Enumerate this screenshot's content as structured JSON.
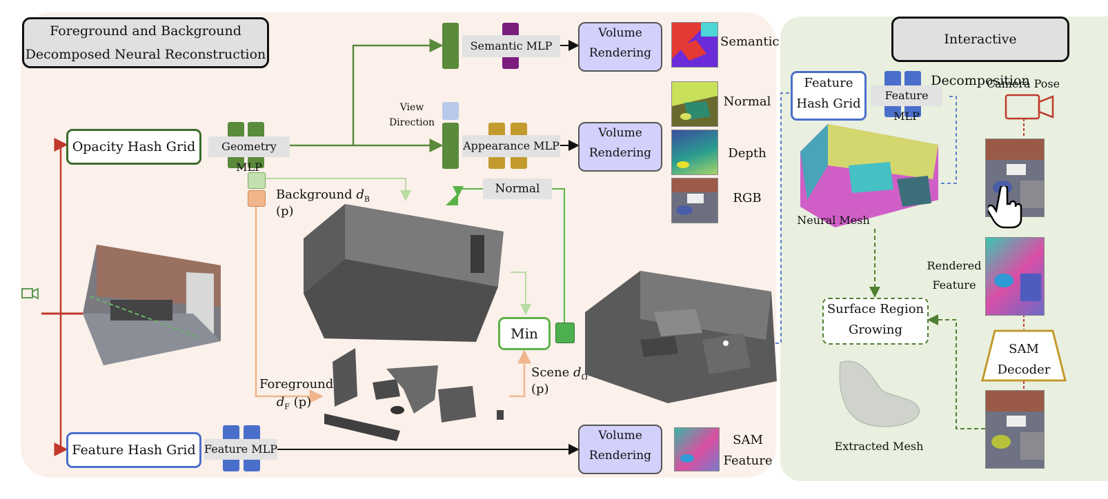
{
  "left_panel": {
    "title_line1": "Foreground and Background",
    "title_line2": "Decomposed Neural Reconstruction",
    "opacity_hash_grid": "Opacity Hash Grid",
    "geometry_mlp": "Geometry MLP",
    "semantic_mlp": "Semantic MLP",
    "appearance_mlp": "Appearance MLP",
    "view_direction_line1": "View",
    "view_direction_line2": "Direction",
    "volume_rendering_line1": "Volume",
    "volume_rendering_line2": "Rendering",
    "outputs": {
      "semantic": "Semantic",
      "normal": "Normal",
      "depth": "Depth",
      "rgb": "RGB",
      "sam_line1": "SAM",
      "sam_line2": "Feature"
    },
    "normal_tag": "Normal",
    "background_label": "Background",
    "background_math": "d",
    "background_sub": "B",
    "background_arg": "(p)",
    "foreground_label": "Foreground",
    "foreground_math": "d",
    "foreground_sub": "F",
    "foreground_arg": "(p)",
    "min_label": "Min",
    "scene_label": "Scene",
    "scene_math": "d",
    "scene_sub": "Ω",
    "scene_arg": "(p)",
    "feature_hash_grid": "Feature Hash Grid",
    "feature_mlp": "Feature MLP"
  },
  "right_panel": {
    "title": "Interactive Decomposition",
    "feature_hash_grid_line1": "Feature",
    "feature_hash_grid_line2": "Hash Grid",
    "feature_mlp": "Feature MLP",
    "camera_pose": "Camera Pose",
    "neural_mesh": "Neural Mesh",
    "rendered_feature_line1": "Rendered",
    "rendered_feature_line2": "Feature",
    "surface_region_line1": "Surface Region",
    "surface_region_line2": "Growing",
    "sam_decoder_line1": "SAM",
    "sam_decoder_line2": "Decoder",
    "extracted_mesh": "Extracted Mesh"
  },
  "colors": {
    "green_dark": "#5a8a3c",
    "green_light": "#c4e0b0",
    "green_bright": "#5cb247",
    "purple": "#7b1e7e",
    "gold": "#c39a2e",
    "blue": "#4a6fcb",
    "orange": "#f0b58a",
    "red": "#c0392b",
    "volume_fill": "#d3d0fb"
  }
}
